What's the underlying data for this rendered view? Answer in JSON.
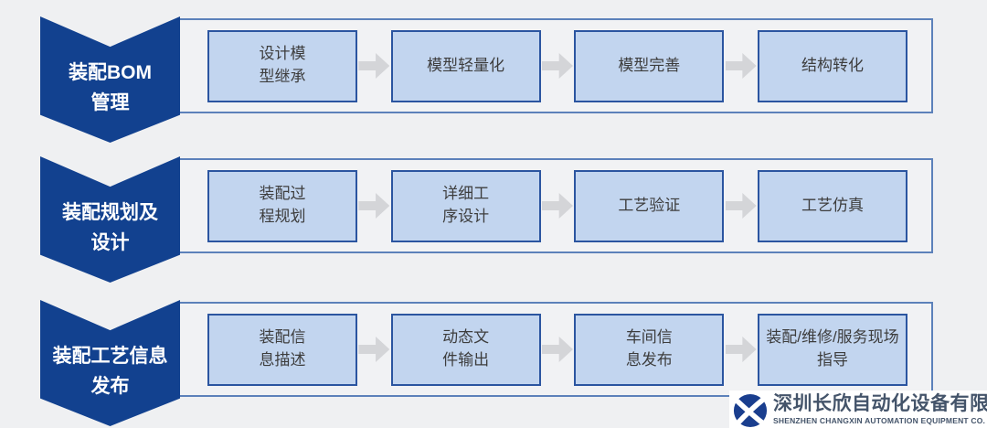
{
  "colors": {
    "bg": "#eff0f2",
    "container-fill": "#f1f2f4",
    "container-border": "#5c81ba",
    "chevron-blue": "#12418f",
    "box-fill": "#c2d5ef",
    "box-border": "#2b55a0",
    "box-text": "#3d3d3d",
    "arrow-gray": "#d4d5d8",
    "footer-text": "#44546a",
    "logo-blue": "#1a3e8e"
  },
  "rows": [
    {
      "label": "装配BOM\n管理",
      "steps": [
        "设计模\n型继承",
        "模型轻量化",
        "模型完善",
        "结构转化"
      ]
    },
    {
      "label": "装配规划及\n设计",
      "steps": [
        "装配过\n程规划",
        "详细工\n序设计",
        "工艺验证",
        "工艺仿真"
      ]
    },
    {
      "label": "装配工艺信息\n发布",
      "steps": [
        "装配信\n息描述",
        "动态文\n件输出",
        "车间信\n息发布",
        "装配/维修/服务现场\n指导"
      ]
    }
  ],
  "footer": {
    "logo_icon": "changxin-x-logo",
    "company_cn": "深圳长欣自动化设备有限公司",
    "company_en": "SHENZHEN CHANGXIN AUTOMATION EQUIPMENT CO. LTD"
  }
}
